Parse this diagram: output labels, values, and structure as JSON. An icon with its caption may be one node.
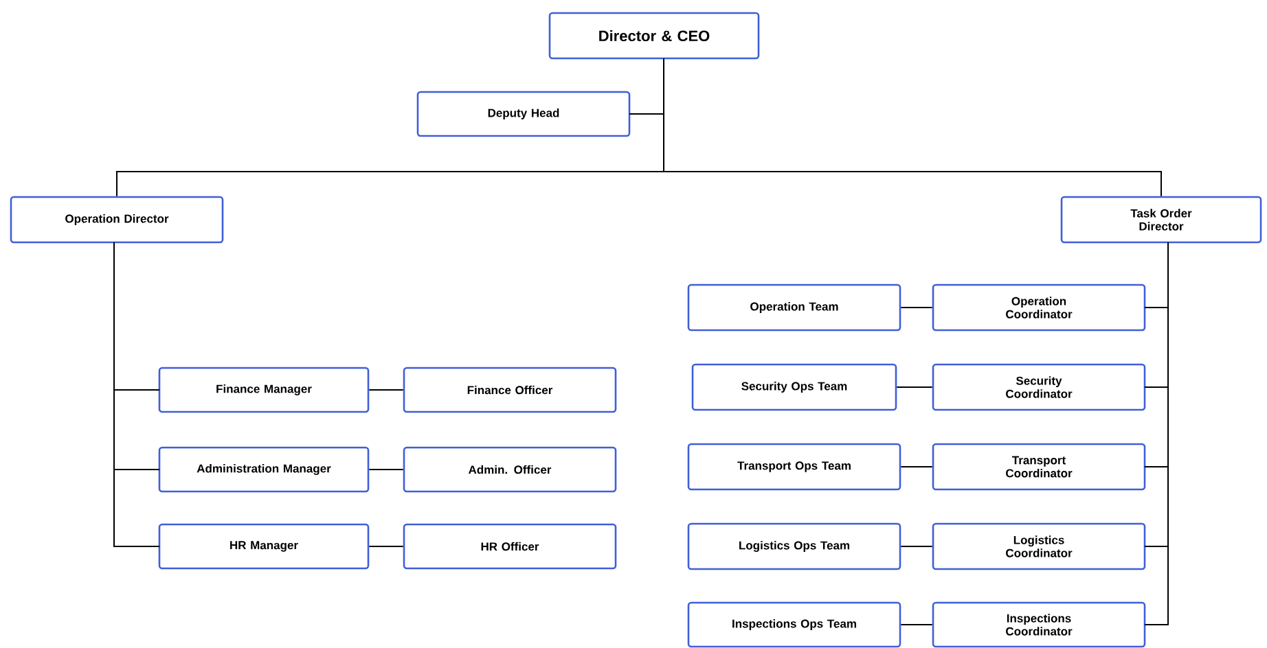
{
  "diagram": {
    "nodes": [
      {
        "text": [
          "Director & CEO"
        ]
      },
      {
        "text": [
          "Deputy Head"
        ]
      },
      {
        "text": [
          "Operation Director"
        ]
      },
      {
        "text": [
          "Task Order Director"
        ]
      },
      {
        "text": [
          "Finance Manager"
        ]
      },
      {
        "text": [
          "Finance Officer"
        ]
      },
      {
        "text": [
          "Administration Manager"
        ]
      },
      {
        "text": [
          "Admin. Officer"
        ]
      },
      {
        "text": [
          "HR Manager"
        ]
      },
      {
        "text": [
          "HR Officer"
        ]
      },
      {
        "text": [
          "Operation Team"
        ]
      },
      {
        "text": [
          "Operation Coordinator"
        ]
      },
      {
        "text": [
          "Security Ops Team"
        ]
      },
      {
        "text": [
          "Security Coordinator"
        ]
      },
      {
        "text": [
          "Transport Ops Team"
        ]
      },
      {
        "text": [
          "Transport Coordinator"
        ]
      },
      {
        "text": [
          "Logistics Ops Team"
        ]
      },
      {
        "text": [
          "Logistics Coordinator"
        ]
      },
      {
        "text": [
          "Inspections Ops Team"
        ]
      },
      {
        "text": [
          "Inspections Coordinator"
        ]
      }
    ],
    "edges": [
      {
        "from": 0,
        "to": 1,
        "arrow": "none"
      },
      {
        "from": 0,
        "to": 2,
        "arrow": "none"
      },
      {
        "from": 0,
        "to": 3,
        "arrow": "none"
      },
      {
        "from": 2,
        "to": 4,
        "arrow": "none"
      },
      {
        "from": 4,
        "to": 5,
        "arrow": "none"
      },
      {
        "from": 2,
        "to": 6,
        "arrow": "none"
      },
      {
        "from": 6,
        "to": 7,
        "arrow": "none"
      },
      {
        "from": 2,
        "to": 8,
        "arrow": "none"
      },
      {
        "from": 8,
        "to": 9,
        "arrow": "none"
      },
      {
        "from": 3,
        "to": 11,
        "arrow": "none"
      },
      {
        "from": 11,
        "to": 10,
        "arrow": "none"
      },
      {
        "from": 3,
        "to": 13,
        "arrow": "none"
      },
      {
        "from": 13,
        "to": 12,
        "arrow": "none"
      },
      {
        "from": 3,
        "to": 15,
        "arrow": "none"
      },
      {
        "from": 15,
        "to": 14,
        "arrow": "none"
      },
      {
        "from": 3,
        "to": 17,
        "arrow": "none"
      },
      {
        "from": 17,
        "to": 16,
        "arrow": "none"
      },
      {
        "from": 3,
        "to": 19,
        "arrow": "none"
      },
      {
        "from": 19,
        "to": 18,
        "arrow": "none"
      }
    ]
  }
}
